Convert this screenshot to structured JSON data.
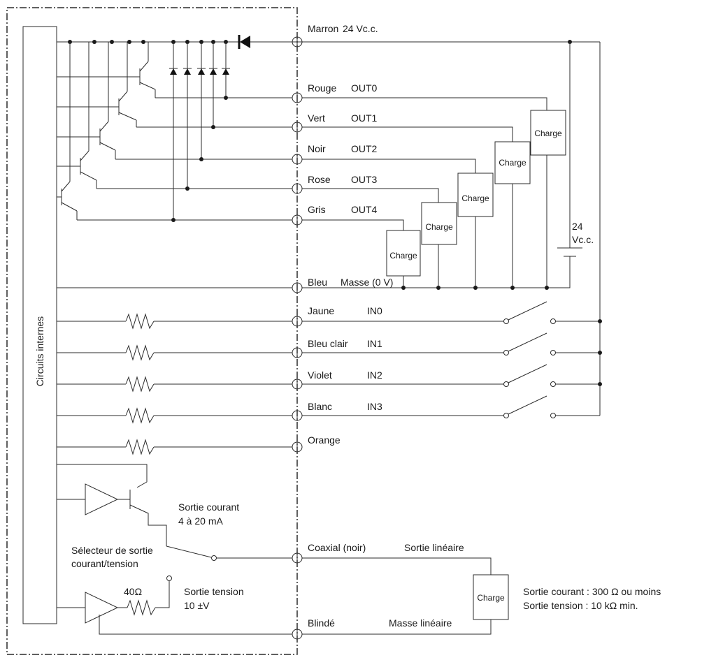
{
  "internal_block_label": "Circuits internes",
  "terminals": [
    {
      "id": "marron",
      "color_label": "Marron",
      "signal": "24 Vc.c."
    },
    {
      "id": "rouge",
      "color_label": "Rouge",
      "signal": "OUT0"
    },
    {
      "id": "vert",
      "color_label": "Vert",
      "signal": "OUT1"
    },
    {
      "id": "noir",
      "color_label": "Noir",
      "signal": "OUT2"
    },
    {
      "id": "rose",
      "color_label": "Rose",
      "signal": "OUT3"
    },
    {
      "id": "gris",
      "color_label": "Gris",
      "signal": "OUT4"
    },
    {
      "id": "bleu",
      "color_label": "Bleu",
      "signal": "Masse (0 V)"
    },
    {
      "id": "jaune",
      "color_label": "Jaune",
      "signal": "IN0"
    },
    {
      "id": "bleu-clair",
      "color_label": "Bleu clair",
      "signal": "IN1"
    },
    {
      "id": "violet",
      "color_label": "Violet",
      "signal": "IN2"
    },
    {
      "id": "blanc",
      "color_label": "Blanc",
      "signal": "IN3"
    },
    {
      "id": "orange",
      "color_label": "Orange",
      "signal": ""
    },
    {
      "id": "coaxial",
      "color_label": "Coaxial (noir)",
      "signal": "Sortie linéaire"
    },
    {
      "id": "blinde",
      "color_label": "Blindé",
      "signal": "Masse linéaire"
    }
  ],
  "load_label": "Charge",
  "supply": {
    "line1": "24",
    "line2": "Vc.c."
  },
  "current_output": {
    "line1": "Sortie courant",
    "line2": "4 à 20 mA"
  },
  "selector": {
    "line1": "Sélecteur de sortie",
    "line2": "courant/tension"
  },
  "voltage_output": {
    "line1": "Sortie tension",
    "line2": "10 ±V"
  },
  "resistor_value": "40Ω",
  "load_note": {
    "line1": "Sortie courant : 300 Ω ou moins",
    "line2": "Sortie tension : 10 kΩ min."
  }
}
